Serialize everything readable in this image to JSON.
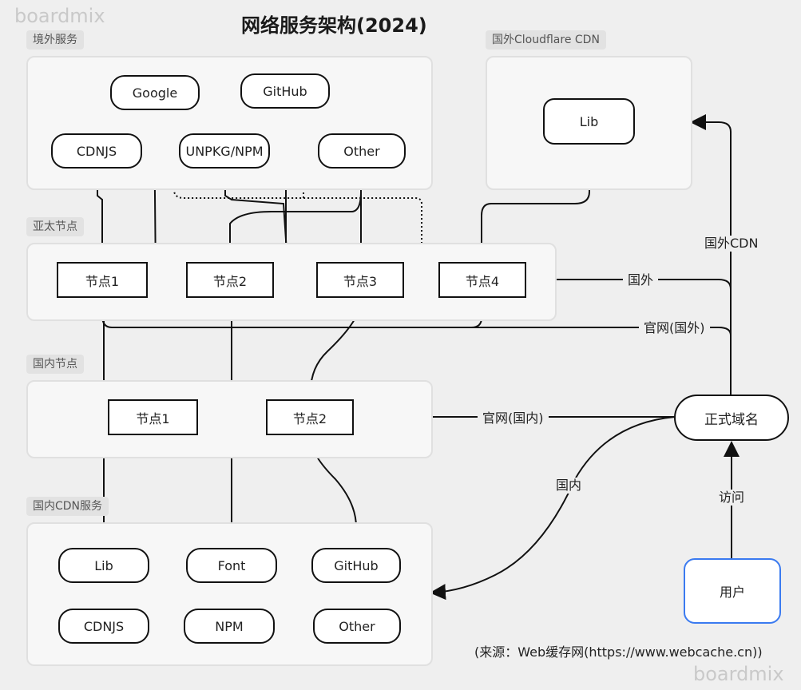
{
  "title": "网络服务架构(2024)",
  "watermark": "boardmix",
  "source": "(来源：Web缓存网(https://www.webcache.cn))",
  "groups": {
    "overseas_services": "境外服务",
    "cloudflare_cdn": "国外Cloudflare CDN",
    "apac_nodes": "亚太节点",
    "domestic_nodes": "国内节点",
    "domestic_cdn": "国内CDN服务"
  },
  "overseas": {
    "google": "Google",
    "github": "GitHub",
    "cdnjs": "CDNJS",
    "unpkg": "UNPKG/NPM",
    "other": "Other"
  },
  "cloudflare": {
    "lib": "Lib"
  },
  "apac": {
    "node1": "节点1",
    "node2": "节点2",
    "node3": "节点3",
    "node4": "节点4"
  },
  "domestic": {
    "node1": "节点1",
    "node2": "节点2"
  },
  "cdn": {
    "lib": "Lib",
    "font": "Font",
    "github": "GitHub",
    "cdnjs": "CDNJS",
    "npm": "NPM",
    "other": "Other"
  },
  "domain": "正式域名",
  "user": "用户",
  "edges": {
    "overseas_cdn": "国外CDN",
    "overseas": "国外",
    "official_overseas": "官网(国外)",
    "official_domestic": "官网(国内)",
    "domestic": "国内",
    "visit": "访问"
  },
  "colors": {
    "user_border": "#3a7af0",
    "line": "#111111",
    "group_bg": "#f7f7f7"
  }
}
